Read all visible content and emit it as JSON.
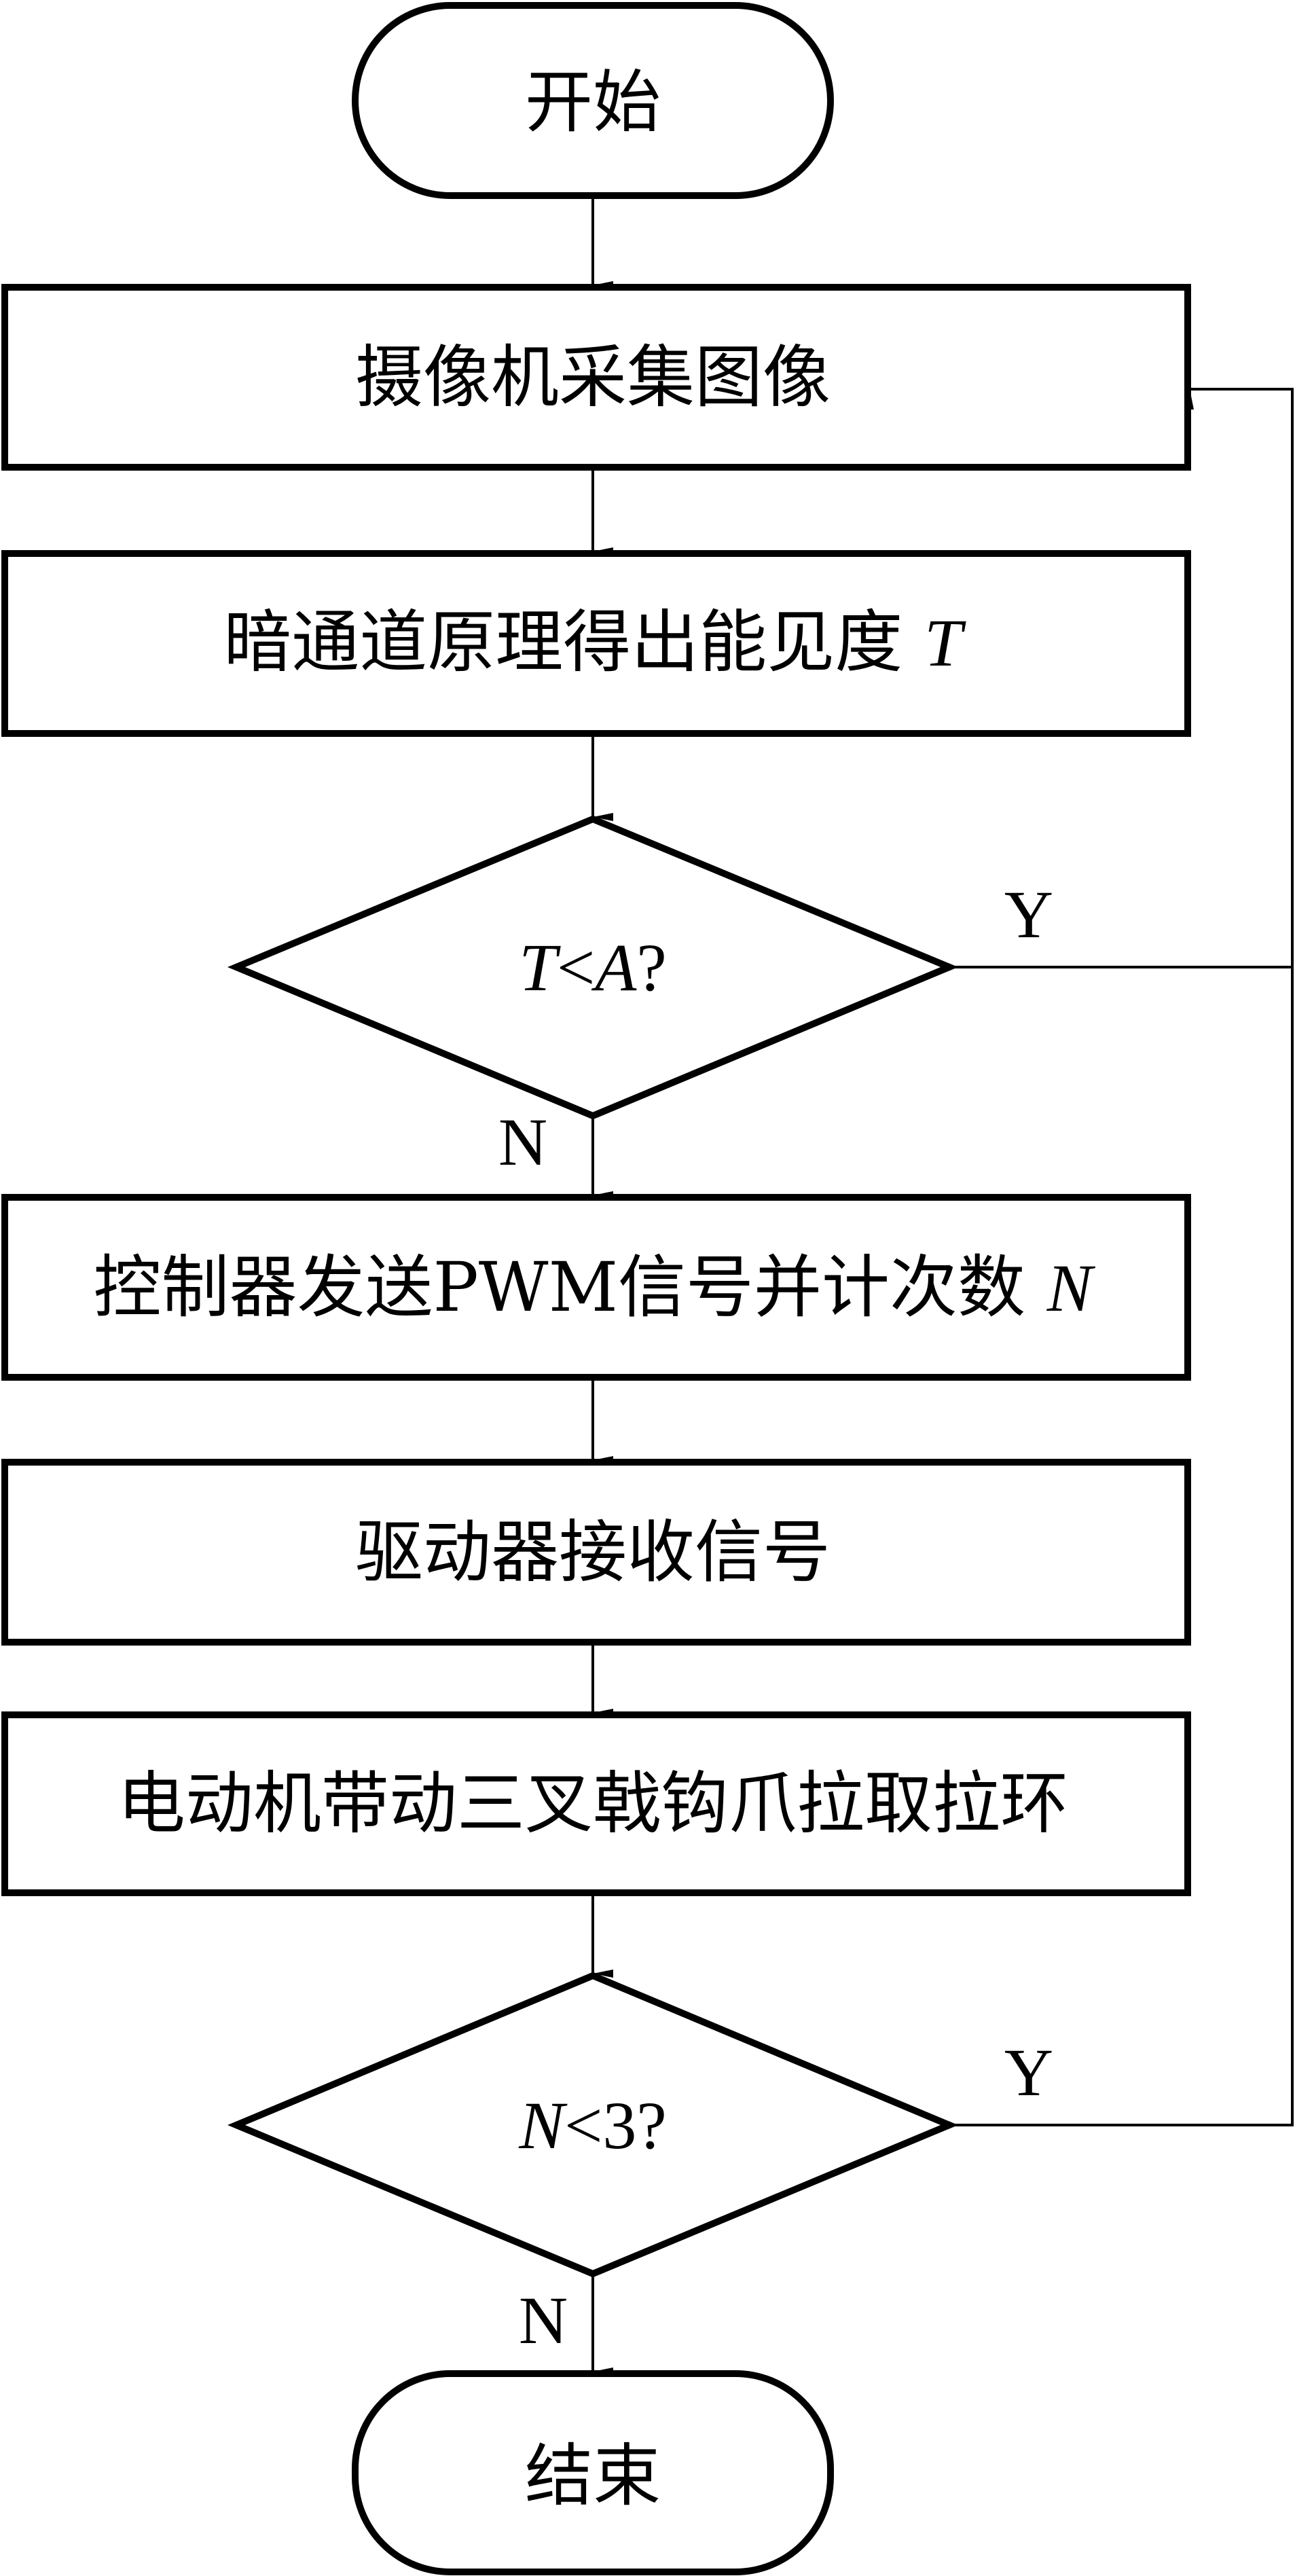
{
  "flowchart": {
    "start": {
      "label": "开始"
    },
    "steps": [
      {
        "label": "摄像机采集图像"
      },
      {
        "label": "暗通道原理得出能见度 ",
        "var": "T"
      },
      {
        "label": "控制器发送PWM信号并计次数 ",
        "var": "N"
      },
      {
        "label": "驱动器接收信号"
      },
      {
        "label": "电动机带动三叉戟钩爪拉取拉环"
      }
    ],
    "decisions": [
      {
        "var": "T",
        "op": "<",
        "rhs": "A",
        "q": "?",
        "yes_label": "Y",
        "no_label": "N"
      },
      {
        "var": "N",
        "op": "<",
        "rhs": "3",
        "q": "?",
        "yes_label": "Y",
        "no_label": "N"
      }
    ],
    "end": {
      "label": "结束"
    },
    "colors": {
      "stroke": "#000000",
      "fill": "#ffffff"
    }
  }
}
